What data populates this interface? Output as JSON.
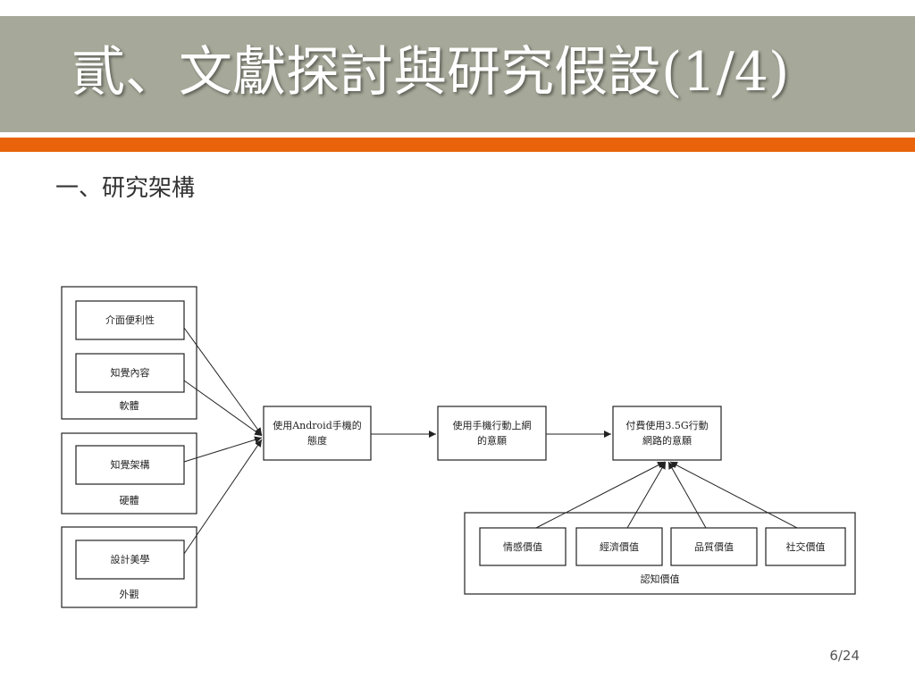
{
  "title": "貳、文獻探討與研究假設(1/4)",
  "subtitle": "一、研究架構",
  "page": "6/24",
  "colors": {
    "title_bg": "#a6a899",
    "accent": "#e8630a",
    "stroke": "#222222"
  },
  "groups": {
    "software": "軟體",
    "hardware": "硬體",
    "appearance": "外觀",
    "perceived_value": "認知價值"
  },
  "nodes": {
    "interface_convenience": "介面便利性",
    "perceived_content": "知覺內容",
    "perceived_structure": "知覺架構",
    "design_aesthetics": "設計美學",
    "attitude": [
      "使用Android手機的",
      "態度"
    ],
    "mobile_intention": [
      "使用手機行動上網",
      "的意願"
    ],
    "pay_intention": [
      "付費使用3.5G行動",
      "網路的意願"
    ],
    "emotional_value": "情感價值",
    "economic_value": "經濟價值",
    "quality_value": "品質價值",
    "social_value": "社交價值"
  },
  "edges": [
    [
      "interface_convenience",
      "attitude"
    ],
    [
      "perceived_content",
      "attitude"
    ],
    [
      "perceived_structure",
      "attitude"
    ],
    [
      "design_aesthetics",
      "attitude"
    ],
    [
      "attitude",
      "mobile_intention"
    ],
    [
      "mobile_intention",
      "pay_intention"
    ],
    [
      "emotional_value",
      "pay_intention"
    ],
    [
      "economic_value",
      "pay_intention"
    ],
    [
      "quality_value",
      "pay_intention"
    ],
    [
      "social_value",
      "pay_intention"
    ]
  ]
}
